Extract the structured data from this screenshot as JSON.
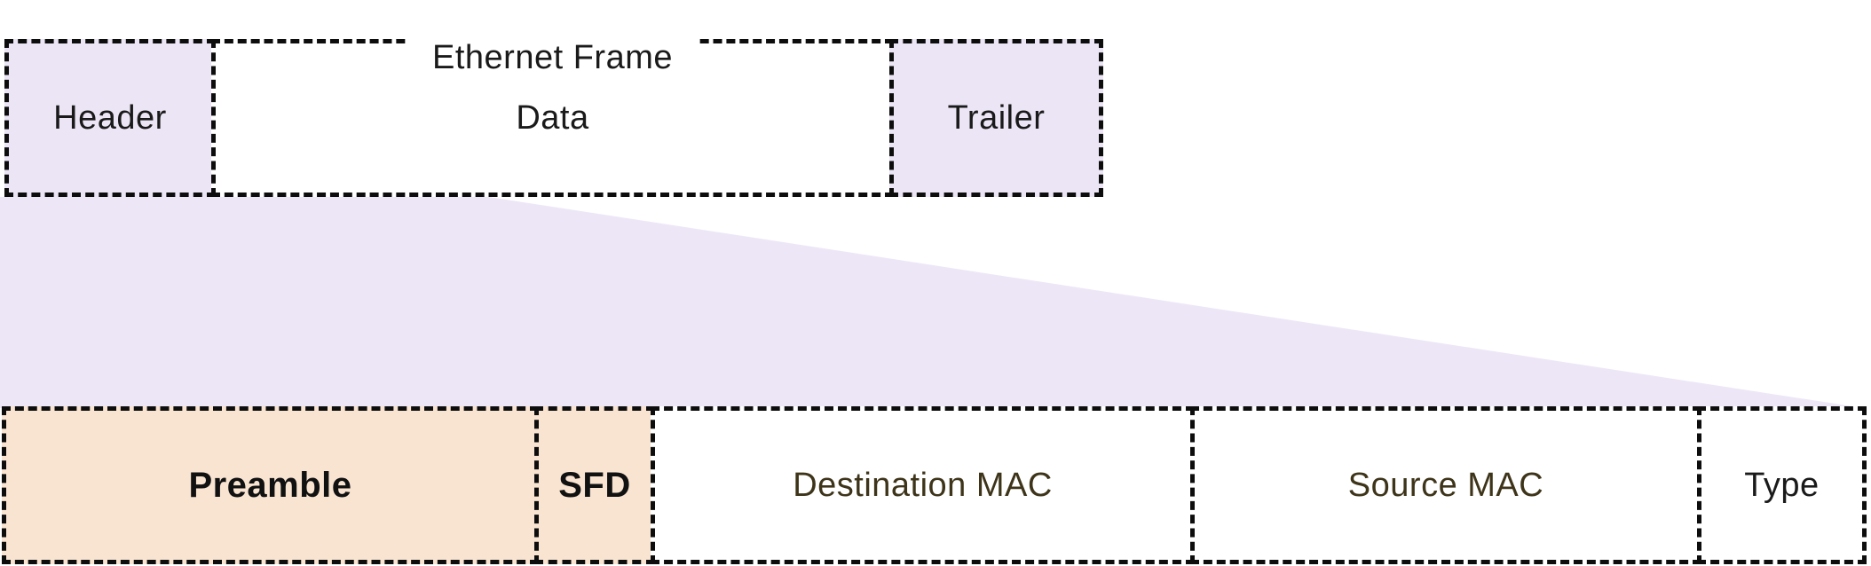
{
  "canvas": {
    "background": "#ffffff",
    "dash_border_color": "#0d0d0d"
  },
  "frame_label": {
    "text": "Ethernet Frame",
    "text_color": "#1a1a1a",
    "background": "#ffffff"
  },
  "frame_row": {
    "header": {
      "label": "Header",
      "fill": "#ece5f5",
      "text_color": "#1a1a1a"
    },
    "data": {
      "label": "Data",
      "fill": "#ffffff",
      "text_color": "#1a1a1a"
    },
    "trailer": {
      "label": "Trailer",
      "fill": "#ece5f5",
      "text_color": "#1a1a1a"
    }
  },
  "expansion": {
    "fill": "#ede6f7"
  },
  "field_row": {
    "preamble": {
      "label": "Preamble",
      "fill": "#f9e4d2",
      "text_color": "#111111"
    },
    "sfd": {
      "label": "SFD",
      "fill": "#f9e4d2",
      "text_color": "#111111"
    },
    "destination_mac": {
      "label": "Destination MAC",
      "fill": "#ffffff",
      "text_color": "#3d3419"
    },
    "source_mac": {
      "label": "Source MAC",
      "fill": "#ffffff",
      "text_color": "#3d3419"
    },
    "type": {
      "label": "Type",
      "fill": "#ffffff",
      "text_color": "#1a1a1a"
    }
  }
}
